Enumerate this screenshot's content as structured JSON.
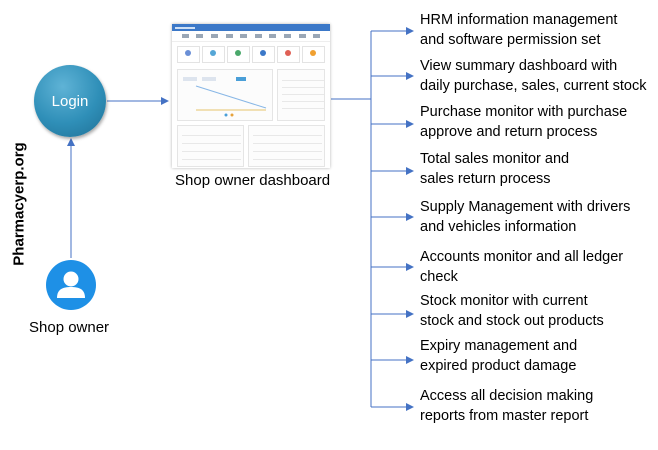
{
  "side_label": "Pharmacyerp.org",
  "login": {
    "label": "Login"
  },
  "shop_owner": {
    "label": "Shop owner"
  },
  "dashboard": {
    "caption": "Shop owner dashboard"
  },
  "features": [
    {
      "line1": "HRM information management",
      "line2": "and software permission set"
    },
    {
      "line1": "View summary dashboard with",
      "line2": "daily purchase, sales, current stock"
    },
    {
      "line1": "Purchase monitor with purchase",
      "line2": "approve and return process"
    },
    {
      "line1": "Total sales monitor and",
      "line2": "sales return process"
    },
    {
      "line1": "Supply Management with drivers",
      "line2": "and vehicles information"
    },
    {
      "line1": "Accounts monitor and all ledger",
      "line2": "check"
    },
    {
      "line1": "Stock monitor with current",
      "line2": "stock and stock out products"
    },
    {
      "line1": "Expiry management and",
      "line2": "expired product damage"
    },
    {
      "line1": "Access all decision making",
      "line2": "reports from master report"
    }
  ],
  "colors": {
    "arrow": "#4472c4",
    "login_fill": "#2f8fb8",
    "user_fill": "#1e90e6"
  }
}
